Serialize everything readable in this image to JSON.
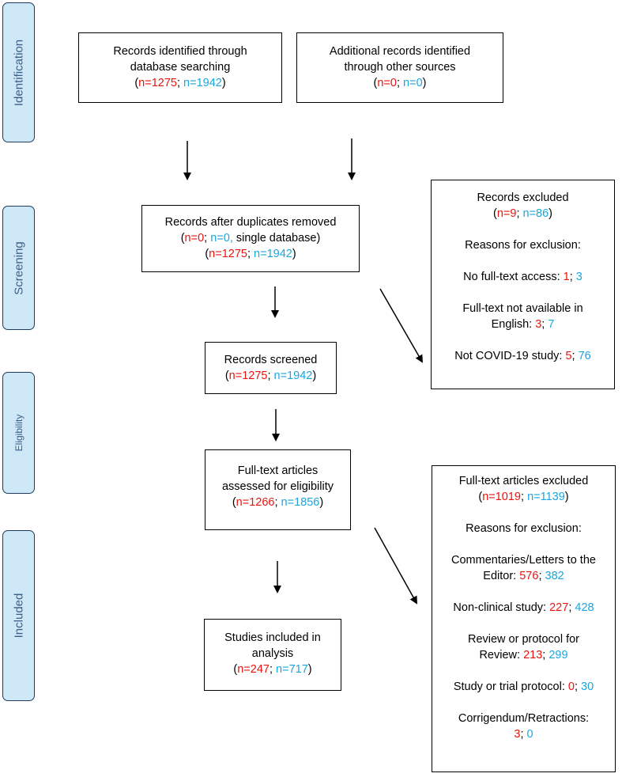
{
  "phases": {
    "identification": "Identification",
    "screening": "Screening",
    "eligibility": "Eligibility",
    "included": "Included"
  },
  "colors": {
    "series_1": "#e8140f",
    "series_2": "#1aa6dc",
    "phase_fill": "#cfe8f7"
  },
  "identified": {
    "line1": "Records identified through",
    "line2": "database searching",
    "n1": "n=1275",
    "n2": "n=1942"
  },
  "additional": {
    "line1": "Additional records identified",
    "line2": "through other sources",
    "n1": "n=0",
    "n2": "n=0"
  },
  "duplicates": {
    "line1": "Records after duplicates removed",
    "n1a": "n=0",
    "n2a": "n=0,",
    "suffix": " single database)",
    "n1b": "n=1275",
    "n2b": "n=1942"
  },
  "screened": {
    "line1": "Records screened",
    "n1": "n=1275",
    "n2": "n=1942"
  },
  "fulltext": {
    "line1": "Full-text articles",
    "line2": "assessed for eligibility",
    "n1": "n=1266",
    "n2": "n=1856"
  },
  "included": {
    "line1": "Studies included in",
    "line2": "analysis",
    "n1": "n=247",
    "n2": "n=717"
  },
  "records_excluded": {
    "title": "Records excluded",
    "n1": "n=9",
    "n2": "n=86",
    "reasons_title": "Reasons for exclusion:",
    "r1_label": "No full-text access: ",
    "r1_v1": "1",
    "r1_v2": "3",
    "r2_label_a": "Full-text not available in",
    "r2_label_b": "English: ",
    "r2_v1": "3",
    "r2_v2": "7",
    "r3_label": "Not COVID-19 study: ",
    "r3_v1": "5",
    "r3_v2": "76"
  },
  "fulltext_excluded": {
    "title": "Full-text articles excluded",
    "n1": "n=1019",
    "n2": "n=1139",
    "reasons_title": "Reasons for exclusion:",
    "r1_label_a": "Commentaries/Letters to the",
    "r1_label_b": "Editor: ",
    "r1_v1": "576",
    "r1_v2": "382",
    "r2_label": "Non-clinical study: ",
    "r2_v1": "227",
    "r2_v2": "428",
    "r3_label_a": "Review or protocol for",
    "r3_label_b": "Review: ",
    "r3_v1": "213",
    "r3_v2": "299",
    "r4_label": "Study or trial protocol: ",
    "r4_v1": "0",
    "r4_v2": "30",
    "r5_label": "Corrigendum/Retractions:",
    "r5_v1": "3",
    "r5_v2": "0"
  }
}
